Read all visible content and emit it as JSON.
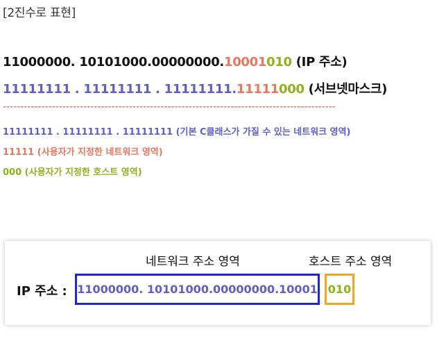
{
  "heading": "[2진수로 표현]",
  "ip_line": {
    "net_part": "11000000. 10101000.00000000.",
    "subnet_part": "10001",
    "host_part": "010",
    "label": " (IP 주소)"
  },
  "mask_line": {
    "default_part": "11111111 . 11111111 . 11111111.",
    "subnet_part": "11111",
    "host_part": "000",
    "label": " (서브넷마스크)"
  },
  "separator": "-----------------------------------------------------------------------------------------------",
  "notes": [
    "11111111 . 11111111 . 11111111 (기본 C클래스가 가질 수 있는 네트워크 영역)",
    "11111 (사용자가 지정한 네트워크 영역)",
    "000 (사용자가 지정한 호스트 영역)"
  ],
  "diagram": {
    "network_label": "네트워크 주소 영역",
    "host_label": "호스트 주소 영역",
    "ip_label": "IP 주소  :",
    "network_value": "11000000. 10101000.00000000.10001",
    "host_value": "010"
  },
  "colors": {
    "blue": "#5b5fc7",
    "orange": "#e8775b",
    "green": "#8db31a",
    "red_dashes": "#e84b3c",
    "network_box_border": "#1a26d8",
    "host_box_border": "#f0a824"
  }
}
